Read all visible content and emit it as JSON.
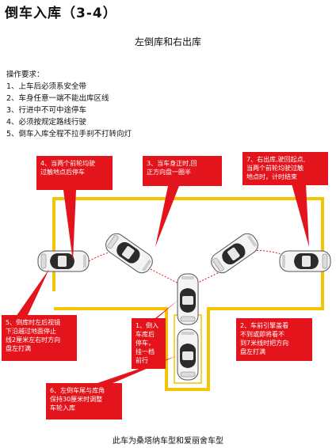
{
  "header": {
    "title": "倒车入库（3-4）",
    "subtitle": "左倒库和右出库"
  },
  "requirements": {
    "heading": "操作要求：",
    "items": [
      "1、上车后必须系安全带",
      "2、车身任意一端不能出库区线",
      "3、行进中不可中途停车",
      "4、必须按规定路线行驶",
      "5、倒车入库全程不拉手刹不打转向灯"
    ]
  },
  "callouts": {
    "c1": [
      "1、倒入",
      "车库后",
      "停车，",
      "挂一档",
      "前行"
    ],
    "c2": [
      "2、车前引擎盖看",
      "不到或即将看不",
      "到7米线时把方向",
      "盘左打满"
    ],
    "c3": [
      "3、当车身正时,回",
      "正方向盘一圈半"
    ],
    "c4": [
      "4、当两个前轮均驶",
      "过触地点后停车"
    ],
    "c5": [
      "5、倒库时左后视镜",
      "下沿越过地面停止",
      "线2厘米左右时方向",
      "盘左打满"
    ],
    "c6": [
      "6、左倒车尾与库角",
      "保持30厘米时调整",
      "车轮入库"
    ],
    "c7": [
      "7、右出库,驶回起点,",
      "当两个前轮均驶过触",
      "地点时，计时结束"
    ]
  },
  "footer": {
    "note": "此车为桑塔纳车型和爱丽舍车型"
  },
  "colors": {
    "accent": "#e3141b",
    "boundary": "#f5c400"
  }
}
